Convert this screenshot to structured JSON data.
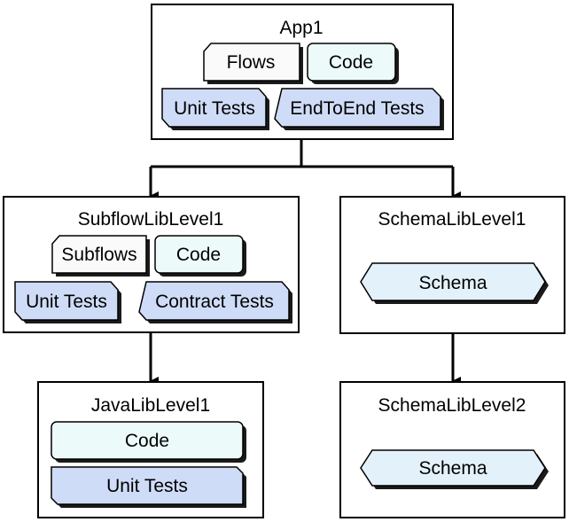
{
  "colors": {
    "white_chip": "#fafafa",
    "code_chip": "#ecfbf9",
    "test_chip": "#cfdcf7",
    "schema_chip": "#e3f1fa",
    "stroke": "#000000",
    "shadow": "#1a1a1a"
  },
  "boxes": {
    "app1": {
      "title": "App1",
      "flows": "Flows",
      "code": "Code",
      "unit_tests": "Unit Tests",
      "e2e_tests": "EndToEnd Tests"
    },
    "subflow_lib": {
      "title": "SubflowLibLevel1",
      "subflows": "Subflows",
      "code": "Code",
      "unit_tests": "Unit Tests",
      "contract_tests": "Contract Tests"
    },
    "schema_lib1": {
      "title": "SchemaLibLevel1",
      "schema": "Schema"
    },
    "java_lib": {
      "title": "JavaLibLevel1",
      "code": "Code",
      "unit_tests": "Unit Tests"
    },
    "schema_lib2": {
      "title": "SchemaLibLevel2",
      "schema": "Schema"
    }
  }
}
